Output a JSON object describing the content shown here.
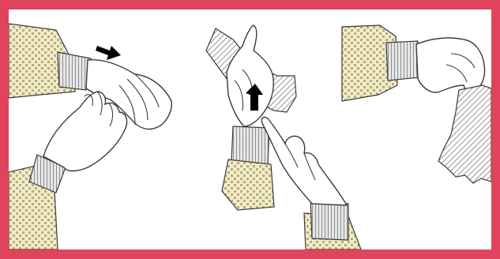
{
  "figure": {
    "colors": {
      "border": "#e0435c",
      "background": "#ffffff",
      "sleeve_fabric": "#f3ecc3",
      "sleeve_dots": "#b2ac8a",
      "outline": "#3a3a3a",
      "cuff_fill": "#d9d9d9",
      "hatch": "#7a7a7a",
      "arrow": "#000000"
    },
    "panels": [
      {
        "id": "panel-1",
        "action-arrow-icon": "arrow-right"
      },
      {
        "id": "panel-2",
        "action-arrow-icon": "arrow-up"
      },
      {
        "id": "panel-3",
        "action-arrow-icon": ""
      }
    ]
  }
}
